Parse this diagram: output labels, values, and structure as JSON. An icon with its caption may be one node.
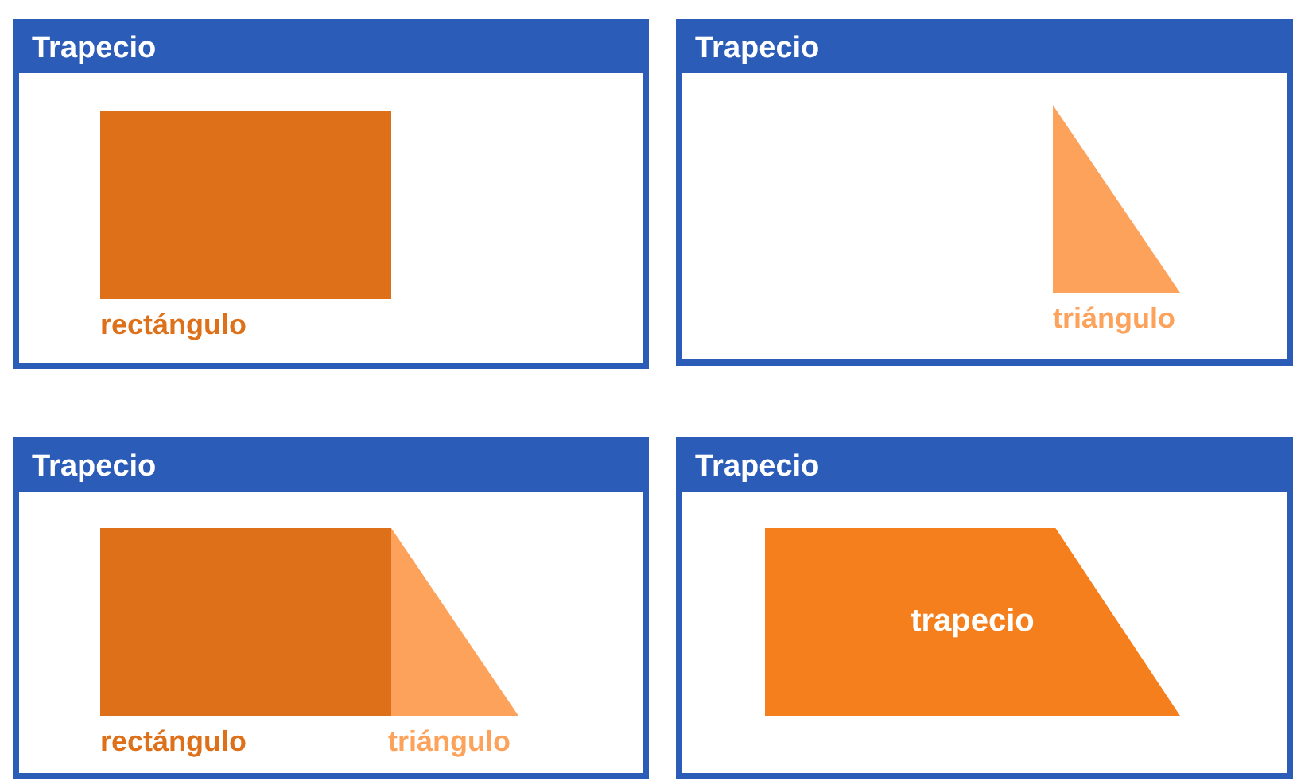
{
  "diagram": {
    "nodes": [
      {
        "text": [
          "Trapecio"
        ]
      },
      {
        "text": [],
        "shape": "box",
        "in": 0,
        "beside": [
          "rectángulo"
        ]
      },
      {
        "text": [
          "Trapecio"
        ]
      },
      {
        "text": [],
        "shape": "triangle",
        "in": 2,
        "beside": [
          "triángulo"
        ]
      },
      {
        "text": [
          "Trapecio"
        ]
      },
      {
        "text": [],
        "shape": "box",
        "in": 4,
        "beside": [
          "rectángulo"
        ]
      },
      {
        "text": [],
        "shape": "triangle",
        "in": 4,
        "beside": [
          "triángulo"
        ]
      },
      {
        "text": [
          "Trapecio"
        ]
      },
      {
        "text": [
          "trapecio"
        ],
        "in": 7
      }
    ],
    "edges": []
  }
}
